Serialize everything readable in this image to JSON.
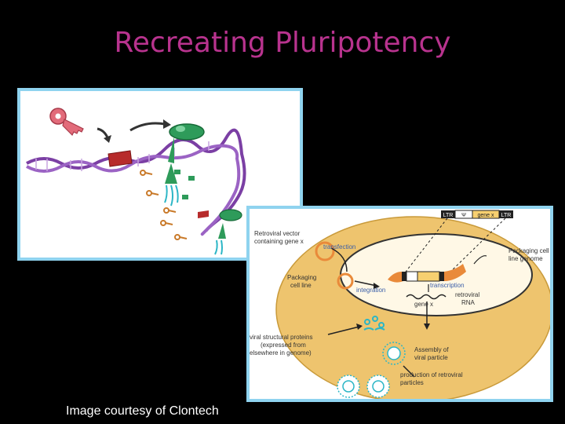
{
  "slide": {
    "title": "Recreating Pluripotency",
    "caption": "Image courtesy of Clontech"
  },
  "colors": {
    "background": "#000000",
    "title": "#b8338e",
    "panel_border": "#8fd3ef",
    "dna": "#7b3fa4",
    "key": "#e26b7a",
    "cell": "#eec46e",
    "orange": "#e98a3a",
    "label": "#333333"
  },
  "diagram_b": {
    "ltr_left": "LTR",
    "psi": "Ψ",
    "gene": "gene x",
    "ltr_right": "LTR",
    "retroviral_vector": "Retroviral vector",
    "containing_gene": "containing gene x",
    "transfection": "transfection",
    "packaging_cell": "Packaging",
    "packaging_cell_2": "cell line",
    "packaging_genome": "Packaging cell",
    "packaging_genome_2": "line genome",
    "integration": "integration",
    "transcription": "transcription",
    "gene_x_label": "gene x",
    "retroviral_rna": "retroviral",
    "retroviral_rna_2": "RNA",
    "structural_1": "viral structural proteins",
    "structural_2": "(expressed from",
    "structural_3": "elsewhere in genome)",
    "assembly_1": "Assembly of",
    "assembly_2": "viral particle",
    "production_1": "production of retroviral",
    "production_2": "particles"
  }
}
